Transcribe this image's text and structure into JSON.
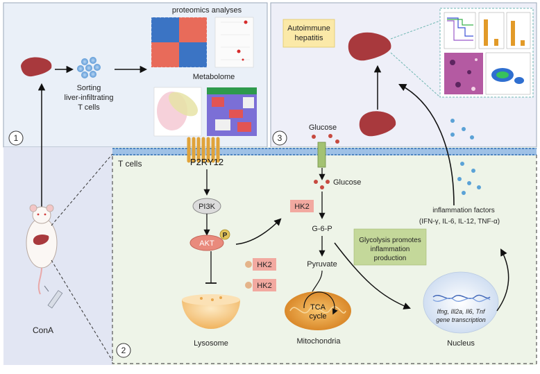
{
  "panels": {
    "one": {
      "number": "1",
      "sorting_lines": [
        "Sorting",
        "liver-infiltrating",
        "T cells"
      ],
      "proteomics_label": "proteomics analyses",
      "metabolome_label": "Metabolome"
    },
    "three": {
      "number": "3",
      "autoimmune_lines": [
        "Autoimmune",
        "hepatitis"
      ]
    },
    "two": {
      "number": "2",
      "t_cells_label": "T cells"
    }
  },
  "mouse": {
    "cona_label": "ConA"
  },
  "pathway": {
    "receptor": "P2RY12",
    "pi3k": "PI3K",
    "akt": "AKT",
    "phospho": "P",
    "hk2": "HK2",
    "glucose_outside": "Glucose",
    "glucose_inside": "Glucose",
    "g6p": "G-6-P",
    "pyruvate": "Pyruvate",
    "tca_lines": [
      "TCA",
      "cycle"
    ],
    "mitochondria": "Mitochondria",
    "lysosome": "Lysosome",
    "glycolysis_lines": [
      "Glycolysis promotes",
      "inflammation",
      "production"
    ],
    "nucleus": "Nucleus",
    "gene_lines": [
      "Ifng, Ill2a, Il6, Tnf",
      "gene transcription"
    ],
    "inflammation_title": "inflammation factors",
    "inflammation_list": "(IFN-γ,  IL-6,  IL-12,  TNF-α)"
  },
  "colors": {
    "panel_blue": "#eef1f9",
    "cell_bg": "#f2f7ed",
    "liver": "#a8393d",
    "note_yellow": "#fbe9a8",
    "note_green": "#c4d89a",
    "membrane": "#5b8fc7",
    "akt": "#e98a7c",
    "hk2": "#f2a9a0"
  }
}
